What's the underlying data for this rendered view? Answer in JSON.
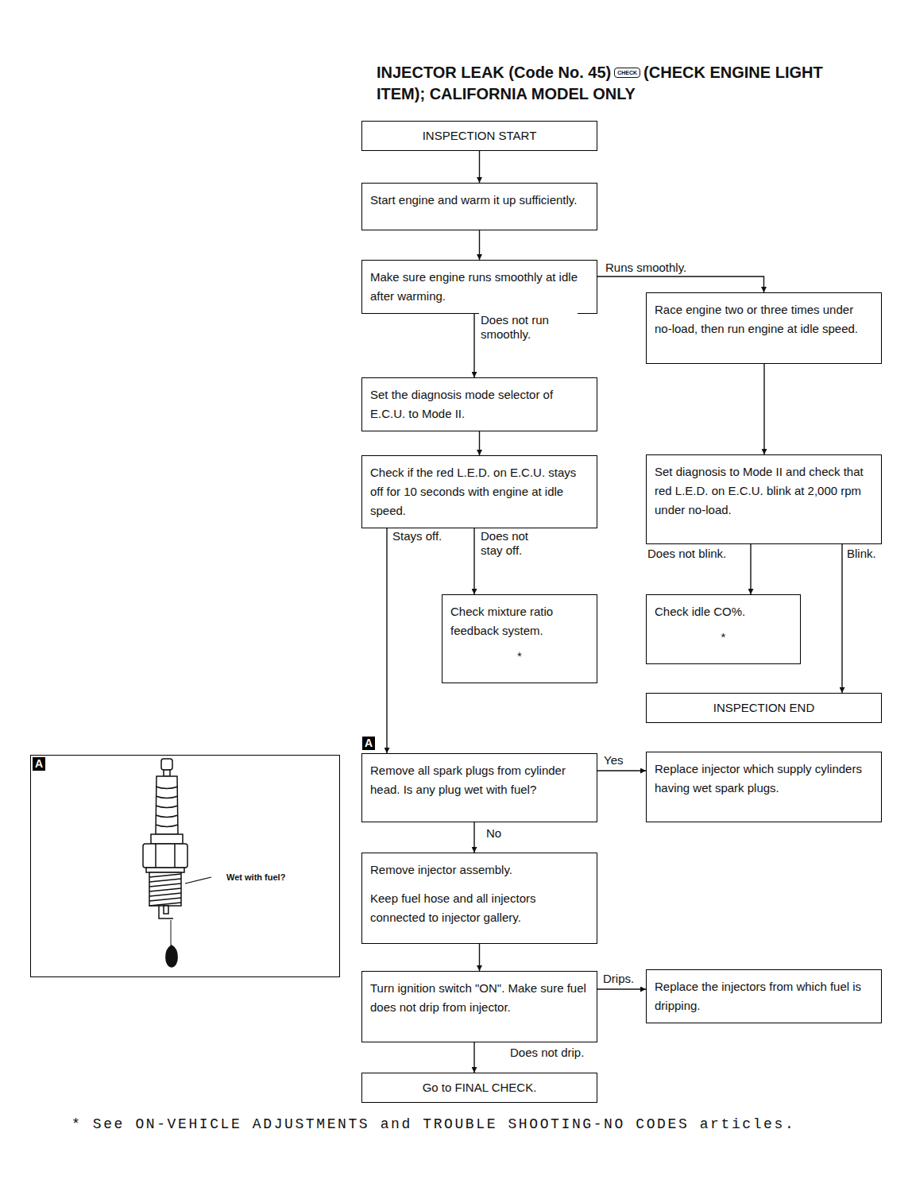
{
  "diagram": {
    "title": "INJECTOR LEAK (Code No. 45)",
    "caption": "* See ON-VEHICLE ADJUSTMENTS and TROUBLE SHOOTING-NO CODES articles.",
    "nodes": [
      {
        "text": [
          "INSPECTION START"
        ]
      },
      {
        "text": [
          "Start engine and warm it up sufficiently."
        ]
      },
      {
        "text": [
          "Make sure engine runs smoothly at idle after warming."
        ]
      },
      {
        "text": [
          "Race engine two or three times under no-load, then run engine at idle speed."
        ]
      },
      {
        "text": [
          "Set the diagnosis mode selector of E.C.U. to Mode II."
        ]
      },
      {
        "text": [
          "Check if the red L.E.D. on E.C.U. stays off for 10 seconds with engine at idle speed."
        ]
      },
      {
        "text": [
          "Set diagnosis to Mode II and check that red L.E.D. on E.C.U. blink at 2,000 rpm under no-load."
        ]
      },
      {
        "text": [
          "Check mixture ratio feedback system.",
          "*"
        ]
      },
      {
        "text": [
          "Check idle CO%.",
          "*"
        ]
      },
      {
        "text": [
          "INSPECTION END"
        ]
      },
      {
        "text": [
          "A",
          "Wet with fuel?"
        ]
      },
      {
        "text": [
          "Remove all spark plugs from cylinder head. Is any plug wet with fuel?"
        ]
      },
      {
        "text": [
          "Replace injector which supply cylinders having wet spark plugs."
        ]
      },
      {
        "text": [
          "Remove injector assembly.",
          "Keep fuel hose and all injectors connected to injector gallery."
        ]
      },
      {
        "text": [
          "Turn ignition switch \"ON\". Make sure fuel does not drip from injector."
        ]
      },
      {
        "text": [
          "Replace the injectors from which fuel is dripping."
        ]
      },
      {
        "text": [
          "Go to FINAL CHECK."
        ]
      }
    ],
    "edges": [
      {
        "from": 0,
        "to": 1,
        "arrow": "to"
      },
      {
        "from": 1,
        "to": 2,
        "arrow": "to"
      },
      {
        "from": 2,
        "to": 3,
        "label": "Runs smoothly.",
        "arrow": "to"
      },
      {
        "from": 2,
        "to": 4,
        "label": "Does not run smoothly.",
        "arrow": "to"
      },
      {
        "from": 3,
        "to": 6,
        "arrow": "to"
      },
      {
        "from": 4,
        "to": 5,
        "arrow": "to"
      },
      {
        "from": 5,
        "to": 11,
        "label": "Stays off.",
        "arrow": "to"
      },
      {
        "from": 5,
        "to": 7,
        "label": "Does not stay off.",
        "arrow": "to"
      },
      {
        "from": 6,
        "to": 8,
        "label": "Does not blink.",
        "arrow": "to"
      },
      {
        "from": 6,
        "to": 9,
        "label": "Blink.",
        "arrow": "to"
      },
      {
        "from": 11,
        "to": 12,
        "label": "Yes",
        "arrow": "to"
      },
      {
        "from": 11,
        "to": 13,
        "label": "No",
        "arrow": "to"
      },
      {
        "from": 13,
        "to": 14,
        "arrow": "to"
      },
      {
        "from": 14,
        "to": 15,
        "label": "Drips.",
        "arrow": "to"
      },
      {
        "from": 14,
        "to": 16,
        "label": "Does not drip.",
        "arrow": "to"
      }
    ],
    "labels": [
      "CHECK",
      "(CHECK ENGINE LIGHT ITEM); CALIFORNIA MODEL ONLY",
      "A"
    ]
  }
}
